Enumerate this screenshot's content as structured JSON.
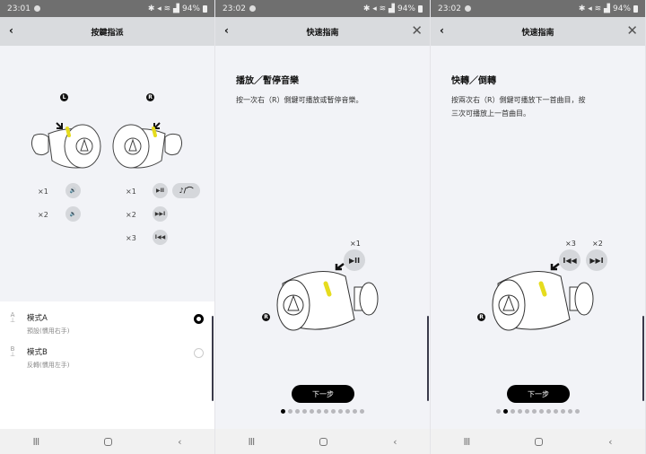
{
  "panels": [
    {
      "status": {
        "time": "23:01",
        "battery": "94%"
      },
      "appbar": {
        "title": "按鍵指派",
        "back": "‹"
      },
      "earbuds": {
        "left_badge": "L",
        "right_badge": "R"
      },
      "left_controls": [
        {
          "count": "×1",
          "icon": "🔊"
        },
        {
          "count": "×2",
          "icon": "🔉"
        }
      ],
      "right_controls": [
        {
          "count": "×1",
          "icon": "▶II",
          "extra": "♪/⌒"
        },
        {
          "count": "×2",
          "icon": "▶▶I"
        },
        {
          "count": "×3",
          "icon": "I◀◀"
        }
      ],
      "modes": [
        {
          "icon_letter": "A",
          "title": "模式A",
          "subtitle": "預設(慣用右手)",
          "selected": true
        },
        {
          "icon_letter": "B",
          "title": "模式B",
          "subtitle": "反轉(慣用左手)",
          "selected": false
        }
      ]
    },
    {
      "status": {
        "time": "23:02",
        "battery": "94%"
      },
      "appbar": {
        "title": "快速指南",
        "back": "‹",
        "close": "✕"
      },
      "heading": "播放／暫停音樂",
      "body": "按一次右（R）側鍵可播放或暫停音樂。",
      "badge": "R",
      "controls": [
        {
          "count": "×1",
          "icon": "▶II"
        }
      ],
      "next_label": "下一步",
      "page_index": 0,
      "page_count": 12
    },
    {
      "status": {
        "time": "23:02",
        "battery": "94%"
      },
      "appbar": {
        "title": "快速指南",
        "back": "‹",
        "close": "✕"
      },
      "heading": "快轉／倒轉",
      "body": "按兩次右（R）側鍵可播放下一首曲目，按三次可播放上一首曲目。",
      "badge": "R",
      "controls": [
        {
          "count": "×3",
          "icon": "I◀◀"
        },
        {
          "count": "×2",
          "icon": "▶▶I"
        }
      ],
      "next_label": "下一步",
      "page_index": 1,
      "page_count": 12
    }
  ],
  "navbar": {
    "recent": "III",
    "back": "‹"
  }
}
